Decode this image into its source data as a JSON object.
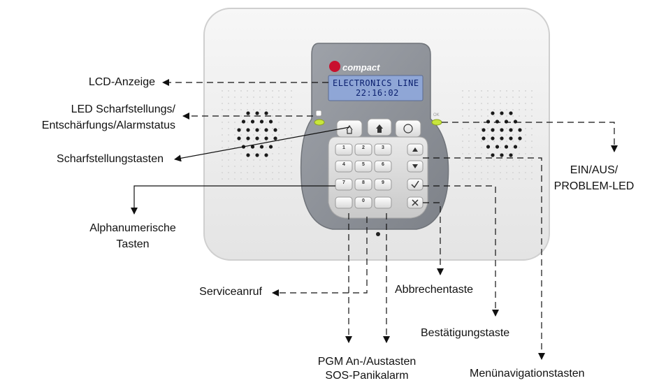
{
  "device": {
    "brand": "compact",
    "lcd_line1": "ELECTRONICS LINE",
    "lcd_line2": "22:16:02",
    "ok_led_caption": "OK",
    "keys": [
      "1",
      "2",
      "3",
      "4",
      "5",
      "6",
      "7",
      "8",
      "9",
      "0"
    ]
  },
  "labels": {
    "lcd": "LCD-Anzeige",
    "led_arm_1": "LED Scharfstellungs/",
    "led_arm_2": "Entschärfungs/Alarmstatus",
    "arm_keys": "Scharfstellungstasten",
    "alpha_1": "Alphanumerische",
    "alpha_2": "Tasten",
    "service": "Serviceanruf",
    "pgm_1": "PGM An-/Austasten",
    "pgm_2": "SOS-Panikalarm",
    "cancel": "Abbrechentaste",
    "confirm": "Bestätigungstaste",
    "menu_nav": "Menünavigationstasten",
    "power_1": "EIN/AUS/",
    "power_2": "PROBLEM-LED"
  },
  "colors": {
    "housing": "#f0f0f0",
    "faceplate": "#8e9299",
    "lcd": "#8fa6d6",
    "led": "#c8e63c",
    "brand_red": "#c8102e"
  }
}
